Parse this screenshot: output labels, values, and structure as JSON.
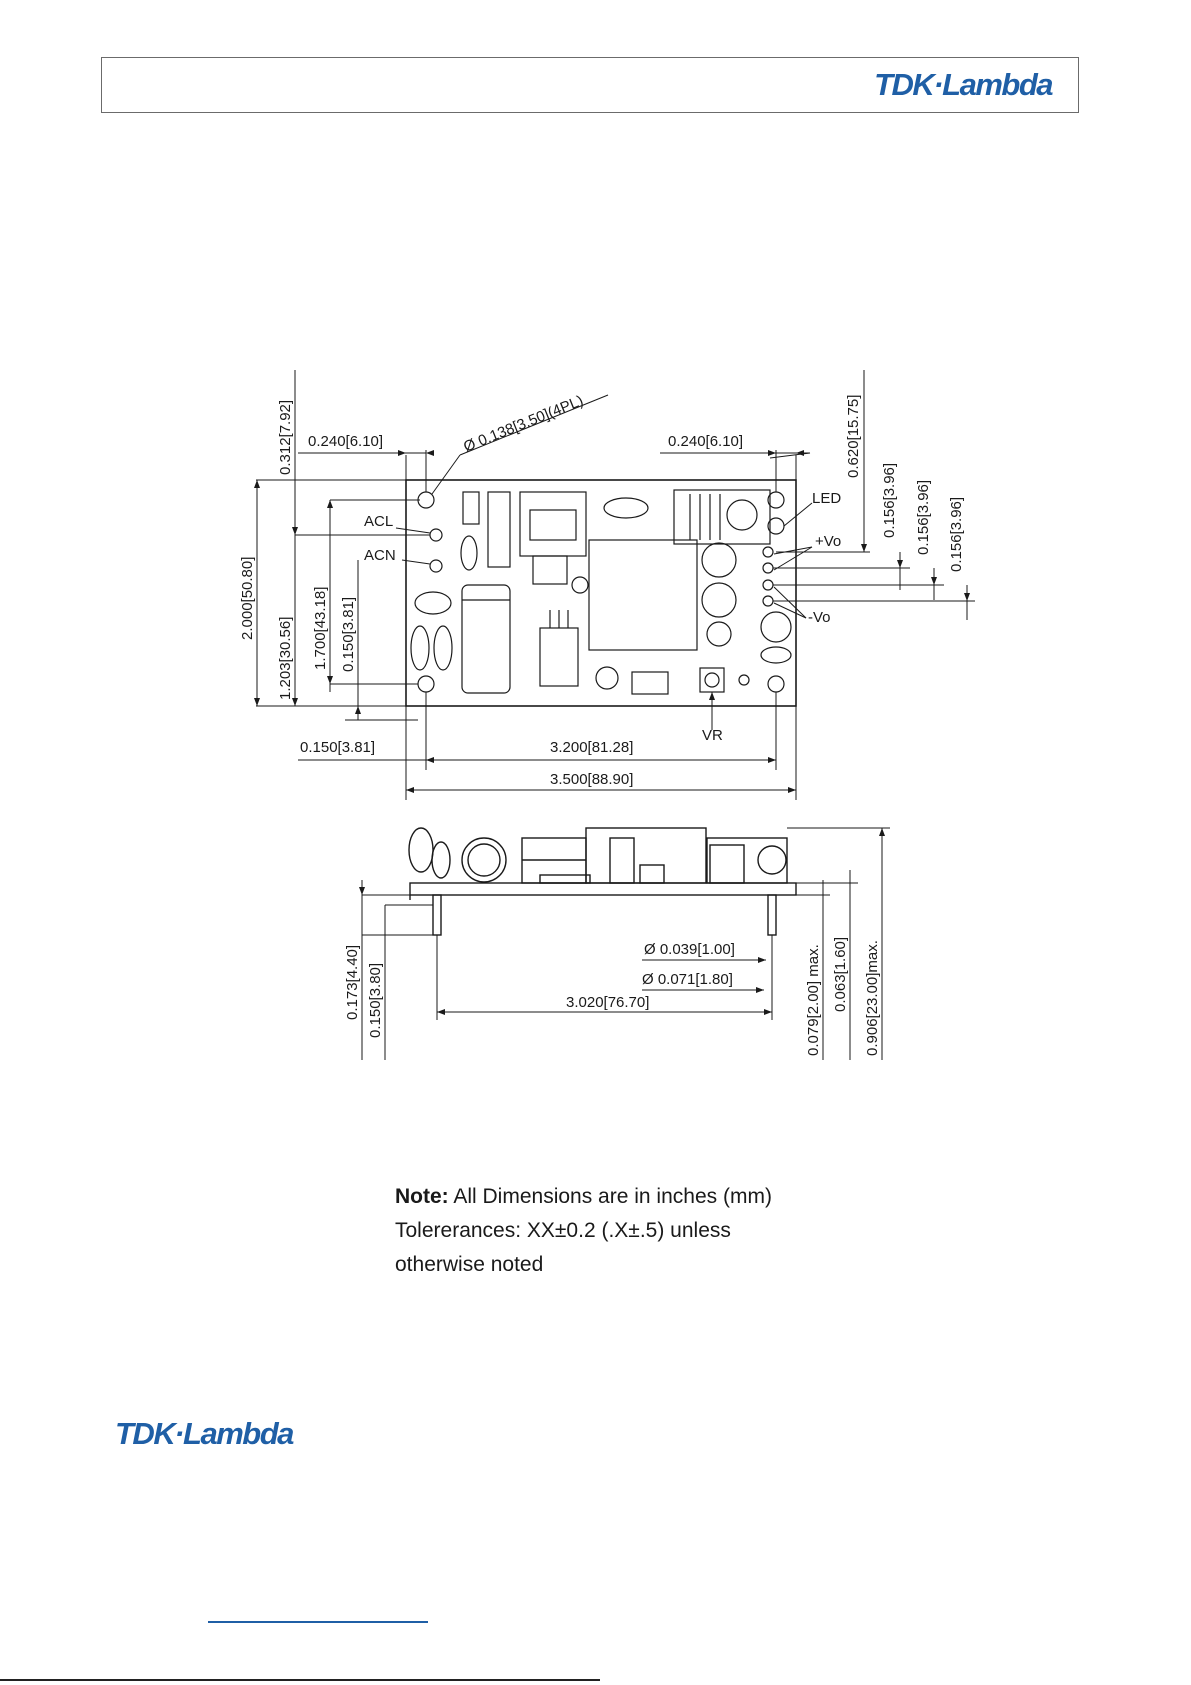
{
  "header": {
    "brand": "TDK·Lambda"
  },
  "drawing": {
    "top_view": {
      "dims": {
        "d0312": "0.312[7.92]",
        "d0240_left": "0.240[6.10]",
        "hole_dia": "Ø 0.138[3.50](4PL)",
        "d0240_right": "0.240[6.10]",
        "d0620": "0.620[15.75]",
        "d0156_a": "0.156[3.96]",
        "d0156_b": "0.156[3.96]",
        "d0156_c": "0.156[3.96]",
        "d2000": "2.000[50.80]",
        "d1203": "1.203[30.56]",
        "d1700": "1.700[43.18]",
        "d0150_v": "0.150[3.81]",
        "d0150_h": "0.150[3.81]",
        "d3200": "3.200[81.28]",
        "d3500": "3.500[88.90]"
      },
      "labels": {
        "acl": "ACL",
        "acn": "ACN",
        "led": "LED",
        "pos_vo": "+Vo",
        "neg_vo": "-Vo",
        "vr": "VR"
      }
    },
    "side_view": {
      "dims": {
        "d0173": "0.173[4.40]",
        "d0150": "0.150[3.80]",
        "pin_dia_039": "Ø 0.039[1.00]",
        "pin_dia_071": "Ø 0.071[1.80]",
        "d3020": "3.020[76.70]",
        "d0079": "0.079[2.00] max.",
        "d0063": "0.063[1.60]",
        "d0906": "0.906[23.00]max."
      }
    }
  },
  "note": {
    "label": "Note:",
    "line1": " All Dimensions are in inches (mm)",
    "line2": "Tolererances: XX±0.2 (.X±.5) unless",
    "line3": "otherwise noted"
  },
  "footer": {
    "brand": "TDK·Lambda"
  }
}
